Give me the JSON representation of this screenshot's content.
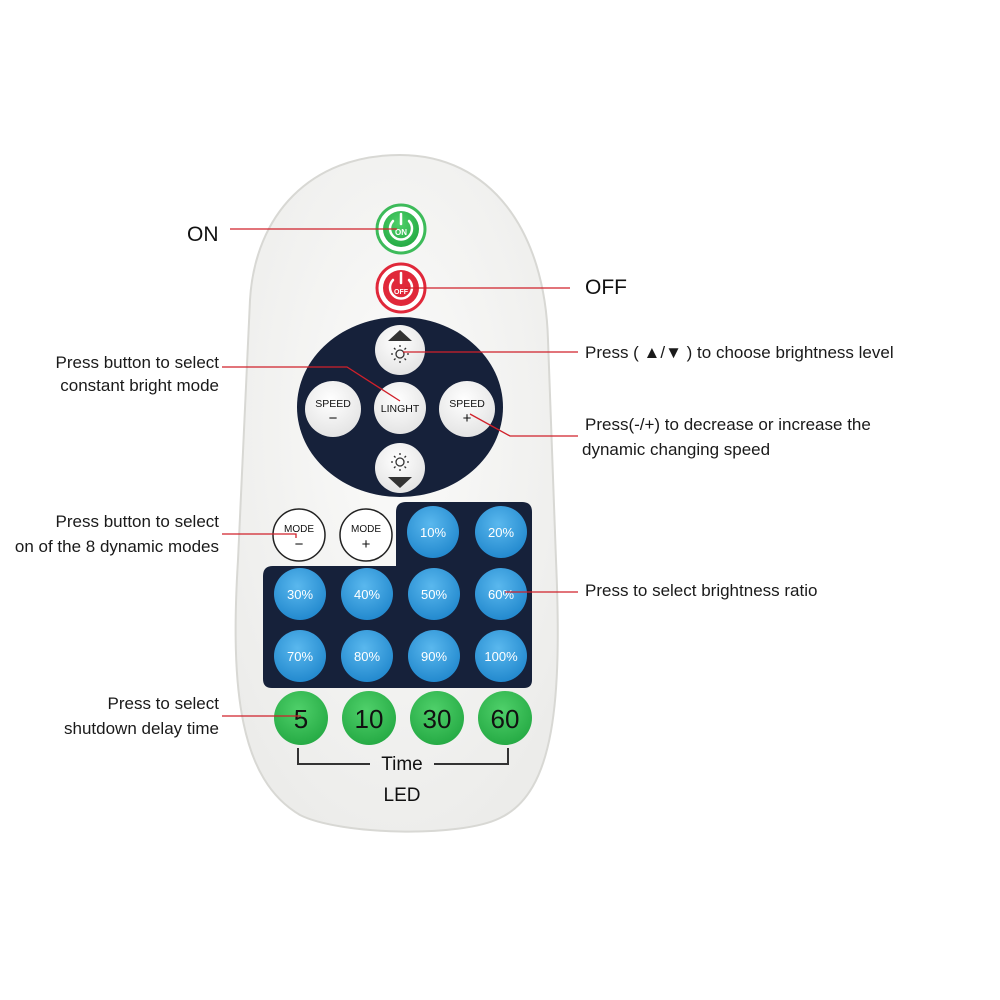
{
  "annotations": {
    "on": "ON",
    "off": "OFF",
    "brightness_level": "Press ( ▲/▼ ) to choose brightness level",
    "constant_line1": "Press button to select",
    "constant_line2": "constant bright mode",
    "speed_line1": "Press(-/+) to decrease or increase the",
    "speed_line2": "dynamic changing speed",
    "dynamic_line1": "Press button to select",
    "dynamic_line2": "on of the 8 dynamic modes",
    "ratio": "Press to select brightness ratio",
    "delay_line1": "Press to select",
    "delay_line2": "shutdown delay time"
  },
  "remote": {
    "on_label": "ON",
    "off_label": "OFF",
    "speed_minus_label": "SPEED",
    "speed_minus_sign": "−",
    "center_label": "LINGHT",
    "speed_plus_label": "SPEED",
    "speed_plus_sign": "+",
    "mode_minus_label": "MODE",
    "mode_minus_sign": "−",
    "mode_plus_label": "MODE",
    "mode_plus_sign": "+",
    "brightness": [
      "10%",
      "20%",
      "30%",
      "40%",
      "50%",
      "60%",
      "70%",
      "80%",
      "90%",
      "100%"
    ],
    "timers": [
      "5",
      "10",
      "30",
      "60"
    ],
    "time_caption": "Time",
    "brand": "LED"
  },
  "colors": {
    "on_green": "#3dbb5a",
    "off_red": "#e0283a",
    "blue_button": "#2a96da",
    "timer_green": "#2eb84e",
    "dark_panel": "#16213a",
    "remote_body": "#f6f6f4",
    "pointer_red": "#d0202a"
  }
}
